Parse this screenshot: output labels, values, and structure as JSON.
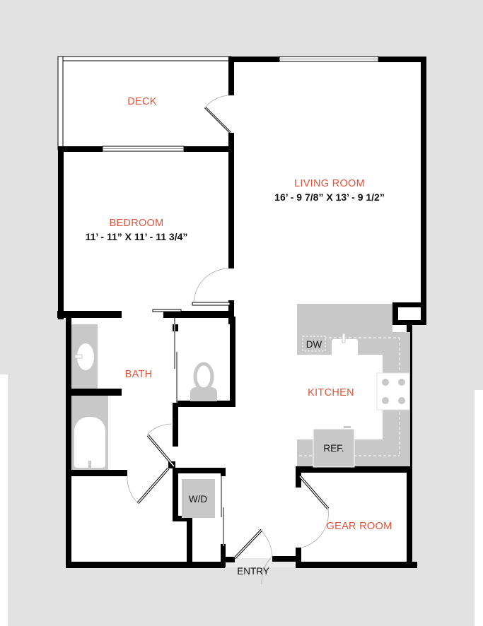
{
  "floor_plan": {
    "rooms": {
      "deck": {
        "label": "DECK"
      },
      "living_room": {
        "label": "LIVING ROOM",
        "dimensions": "16’ - 9 7/8” X 13’ - 9 1/2”"
      },
      "bedroom": {
        "label": "BEDROOM",
        "dimensions": "11’ - 11” X 11’ - 11 3/4”"
      },
      "bath": {
        "label": "BATH"
      },
      "kitchen": {
        "label": "KITCHEN"
      },
      "gear_room": {
        "label": "GEAR ROOM"
      }
    },
    "fixtures": {
      "dishwasher": "DW",
      "refrigerator": "REF.",
      "washer_dryer": "W/D"
    },
    "entry_label": "ENTRY"
  },
  "colors": {
    "room_label": "#e2533a",
    "background": "#e2e2e2",
    "walls": "#000000",
    "fixtures": "#c8c8c8"
  }
}
